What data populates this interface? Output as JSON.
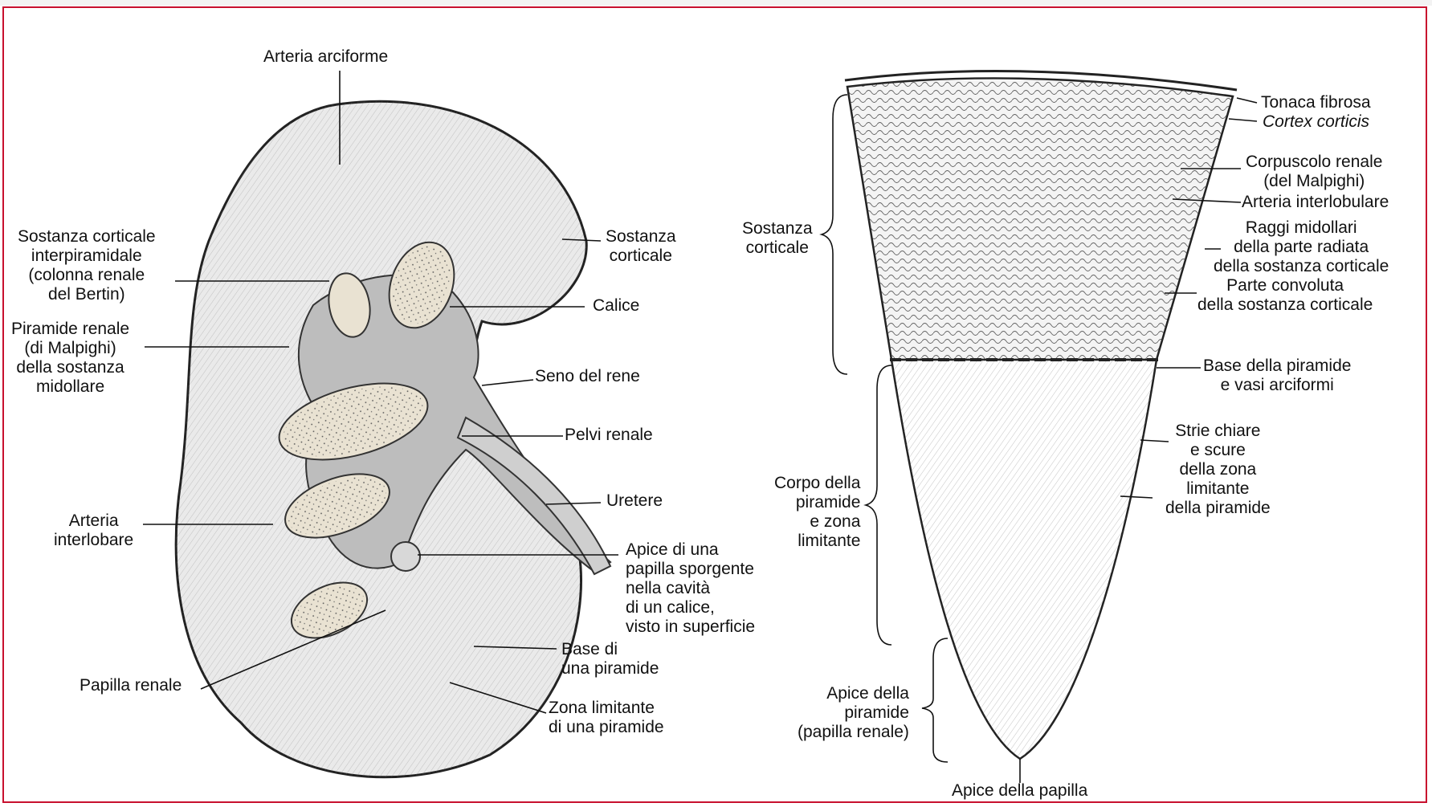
{
  "colors": {
    "border": "#c8102e",
    "ink": "#111111",
    "tissue": "#e8e8e8",
    "cavity": "#bdbdbd"
  },
  "kidney": {
    "arteria_arciforme": "Arteria arciforme",
    "sostanza_corticale_interpiramidale": "Sostanza corticale\ninterpiramidale\n(colonna renale\ndel Bertin)",
    "piramide_renale": "Piramide renale\n(di Malpighi)\ndella sostanza\nmidollare",
    "arteria_interlobare": "Arteria\ninterlobare",
    "papilla_renale": "Papilla renale",
    "sostanza_corticale": "Sostanza\ncorticale",
    "calice": "Calice",
    "seno_del_rene": "Seno del rene",
    "pelvi_renale": "Pelvi renale",
    "uretere": "Uretere",
    "apice_papilla_sporgente": "Apice di una\npapilla sporgente\nnella cavità\ndi un calice,\nvisto in superficie",
    "base_piramide": "Base di\nuna piramide",
    "zona_limitante": "Zona limitante\ndi una piramide"
  },
  "pyramid": {
    "tonaca_fibrosa": "Tonaca fibrosa",
    "cortex_corticis": "Cortex corticis",
    "corpuscolo_renale": "Corpuscolo renale\n(del Malpighi)",
    "arteria_interlobulare": "Arteria interlobulare",
    "raggi_midollari": "Raggi midollari\ndella parte radiata\ndella sostanza corticale",
    "parte_convoluta": "Parte convoluta\ndella sostanza corticale",
    "sostanza_corticale": "Sostanza\ncorticale",
    "base_piramide_vasi": "Base della piramide\ne vasi arciformi",
    "strie_chiare": "Strie chiare\ne scure\ndella zona\nlimitante\ndella piramide",
    "corpo_piramide": "Corpo della\npiramide\ne zona\nlimitante",
    "apice_piramide": "Apice della\npiramide\n(papilla renale)",
    "apice_papilla": "Apice della papilla"
  }
}
